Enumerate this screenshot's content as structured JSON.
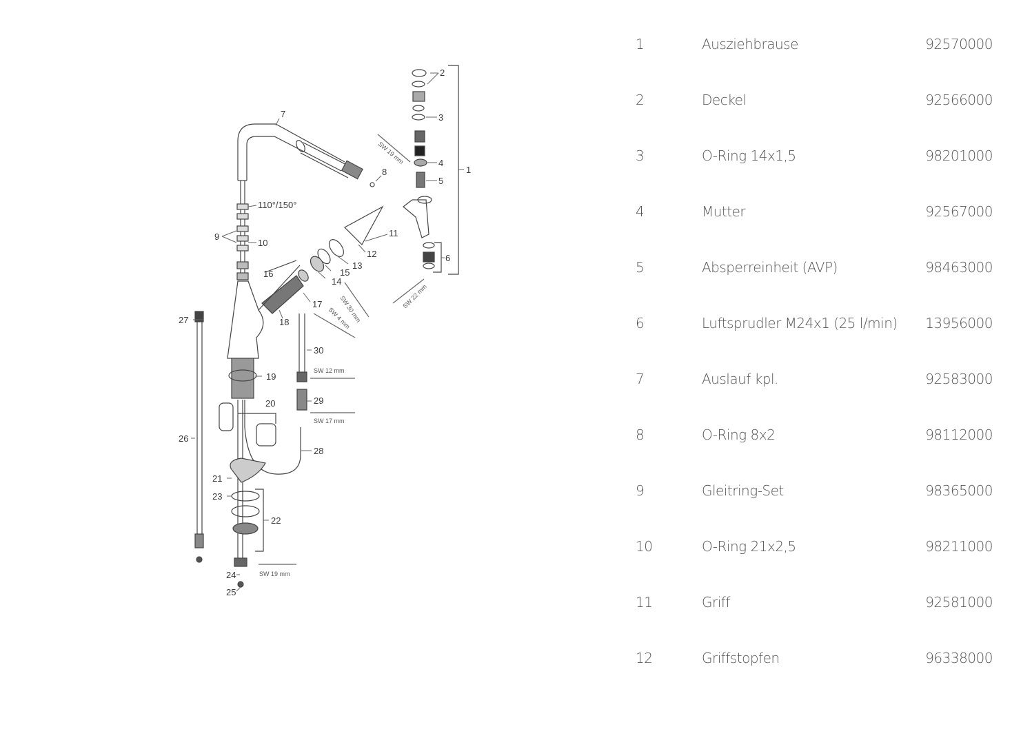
{
  "diagram": {
    "callouts": [
      "1",
      "2",
      "3",
      "4",
      "5",
      "6",
      "7",
      "8",
      "9",
      "10",
      "11",
      "12",
      "13",
      "14",
      "15",
      "16",
      "17",
      "18",
      "19",
      "20",
      "21",
      "22",
      "23",
      "24",
      "25",
      "26",
      "27",
      "28",
      "29",
      "30"
    ],
    "annotations": {
      "angle": "110°/150°",
      "sw19_top": "SW 19 mm",
      "sw22": "SW 22 mm",
      "sw30": "SW 30 mm",
      "sw4": "SW 4 mm",
      "sw12": "SW 12 mm",
      "sw17": "SW 17 mm",
      "sw19_bottom": "SW 19 mm"
    }
  },
  "parts": [
    {
      "num": "1",
      "name": "Ausziehbrause",
      "code": "92570000"
    },
    {
      "num": "2",
      "name": "Deckel",
      "code": "92566000"
    },
    {
      "num": "3",
      "name": "O-Ring 14x1,5",
      "code": "98201000"
    },
    {
      "num": "4",
      "name": "Mutter",
      "code": "92567000"
    },
    {
      "num": "5",
      "name": "Absperreinheit (AVP)",
      "code": "98463000"
    },
    {
      "num": "6",
      "name": "Luftsprudler M24x1 (25 l/min)",
      "code": "13956000"
    },
    {
      "num": "7",
      "name": "Auslauf kpl.",
      "code": "92583000"
    },
    {
      "num": "8",
      "name": "O-Ring 8x2",
      "code": "98112000"
    },
    {
      "num": "9",
      "name": "Gleitring-Set",
      "code": "98365000"
    },
    {
      "num": "10",
      "name": "O-Ring 21x2,5",
      "code": "98211000"
    },
    {
      "num": "11",
      "name": "Griff",
      "code": "92581000"
    },
    {
      "num": "12",
      "name": "Griffstopfen",
      "code": "96338000"
    }
  ]
}
